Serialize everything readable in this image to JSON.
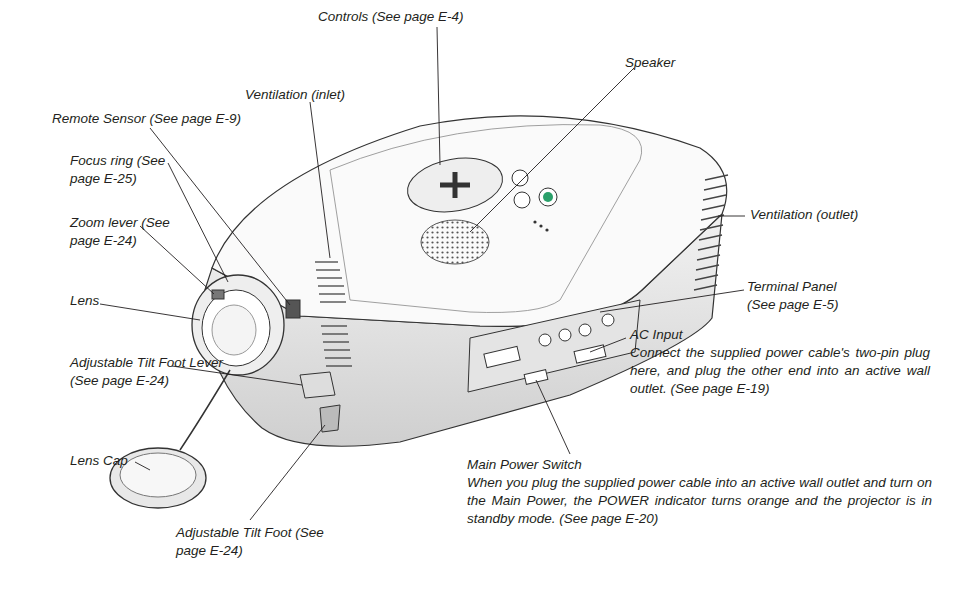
{
  "diagram": {
    "labels": [
      "Controls (See page E-4)",
      "Speaker",
      "Ventilation (inlet)",
      "Remote Sensor (See page E-9)",
      "Focus ring (See page E-25)",
      "Ventilation (outlet)",
      "Zoom lever (See page E-24)",
      "Terminal Panel (See page E-5)",
      "Lens",
      "AC Input",
      "Connect the supplied power cable's two-pin plug here, and plug the other end into an active wall outlet. (See page E-19)",
      "Adjustable Tilt Foot Lever (See page E-24)",
      "Main Power Switch",
      "When you plug the supplied power cable into an active wall outlet and turn on the Main Power, the POWER indicator turns orange and the projector is in standby mode. (See page E-20)",
      "Lens Cap",
      "Adjustable Tilt Foot (See page E-24)"
    ]
  }
}
